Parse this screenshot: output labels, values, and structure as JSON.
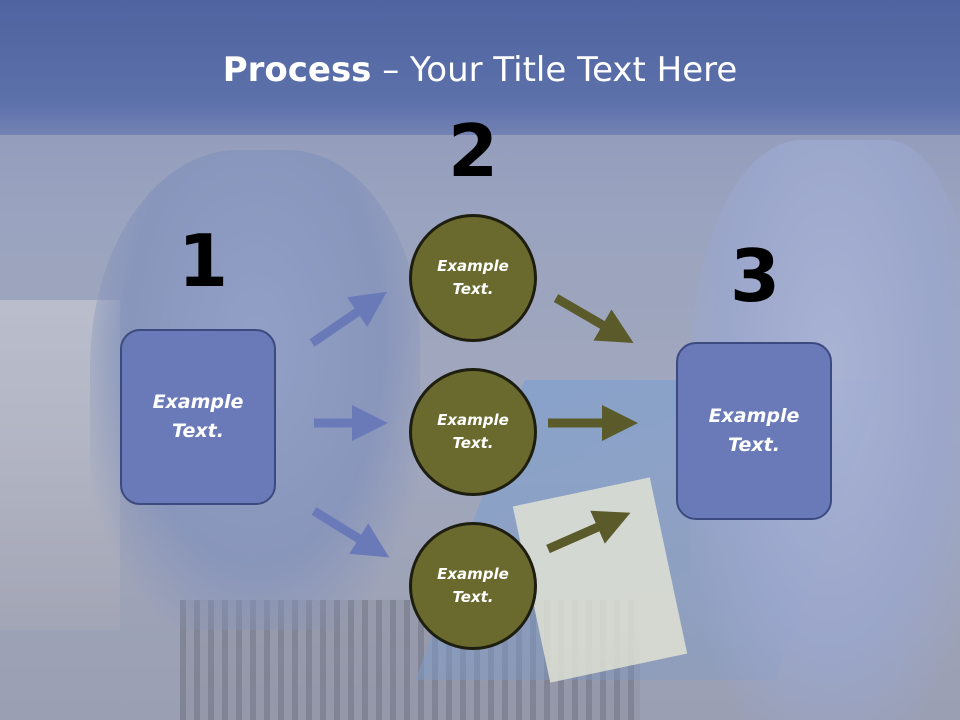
{
  "title": {
    "bold": "Process",
    "rest": " – Your Title Text Here"
  },
  "numbers": [
    "1",
    "2",
    "3"
  ],
  "boxes": {
    "left": "Example\nText.",
    "right": "Example\nText."
  },
  "circles": [
    "Example\nText.",
    "Example\nText.",
    "Example\nText."
  ],
  "colors": {
    "title_bar": "#5c70aa",
    "box": "#6a7ab8",
    "circle": "#6a6a2f",
    "blue_arrow": "#6a7ab8",
    "olive_arrow": "#5a5a2a"
  }
}
